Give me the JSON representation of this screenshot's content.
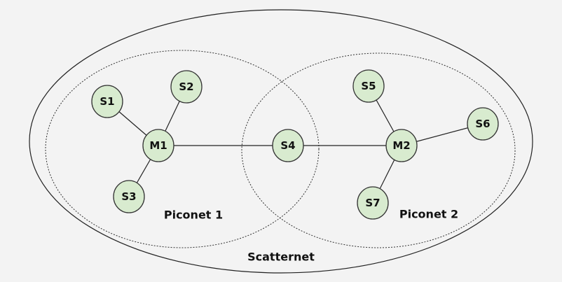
{
  "title": "Scatternet",
  "piconets": [
    {
      "id": "p1",
      "label": "Piconet 1"
    },
    {
      "id": "p2",
      "label": "Piconet 2"
    }
  ],
  "nodes": [
    {
      "id": "S1",
      "label": "S1",
      "role": "slave"
    },
    {
      "id": "S2",
      "label": "S2",
      "role": "slave"
    },
    {
      "id": "M1",
      "label": "M1",
      "role": "master"
    },
    {
      "id": "S3",
      "label": "S3",
      "role": "slave"
    },
    {
      "id": "S4",
      "label": "S4",
      "role": "bridge slave"
    },
    {
      "id": "S5",
      "label": "S5",
      "role": "slave"
    },
    {
      "id": "M2",
      "label": "M2",
      "role": "master"
    },
    {
      "id": "S6",
      "label": "S6",
      "role": "slave"
    },
    {
      "id": "S7",
      "label": "S7",
      "role": "slave"
    }
  ],
  "edges": [
    [
      "M1",
      "S1"
    ],
    [
      "M1",
      "S2"
    ],
    [
      "M1",
      "S3"
    ],
    [
      "M1",
      "S4"
    ],
    [
      "S4",
      "M2"
    ],
    [
      "M2",
      "S5"
    ],
    [
      "M2",
      "S6"
    ],
    [
      "M2",
      "S7"
    ]
  ],
  "colors": {
    "node_fill": "#d8ebcf",
    "background": "#f3f3f3"
  }
}
